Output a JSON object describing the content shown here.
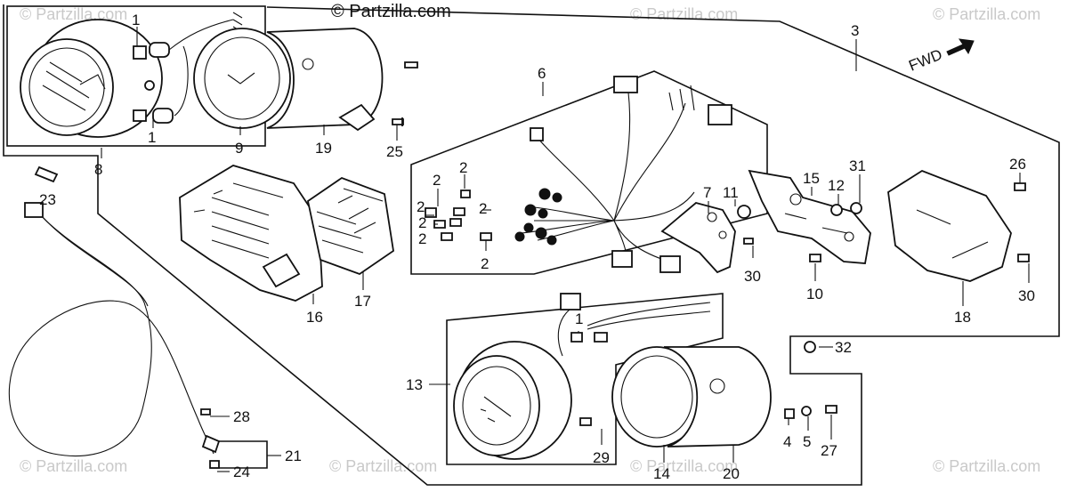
{
  "copyright": "© Partzilla.com",
  "watermarks": [
    "© Partzilla.com",
    "© Partzilla.com",
    "© Partzilla.com",
    "© Partzilla.com",
    "© Partzilla.com",
    "© Partzilla.com",
    "© Partzilla.com"
  ],
  "direction_label": "FWD",
  "callouts": [
    "1",
    "1",
    "8",
    "9",
    "19",
    "25",
    "3",
    "6",
    "23",
    "2",
    "2",
    "2",
    "2",
    "2",
    "2",
    "2",
    "16",
    "17",
    "7",
    "11",
    "15",
    "12",
    "31",
    "26",
    "30",
    "10",
    "30",
    "18",
    "1",
    "13",
    "29",
    "4",
    "5",
    "27",
    "32",
    "28",
    "21",
    "24",
    "14",
    "20"
  ]
}
